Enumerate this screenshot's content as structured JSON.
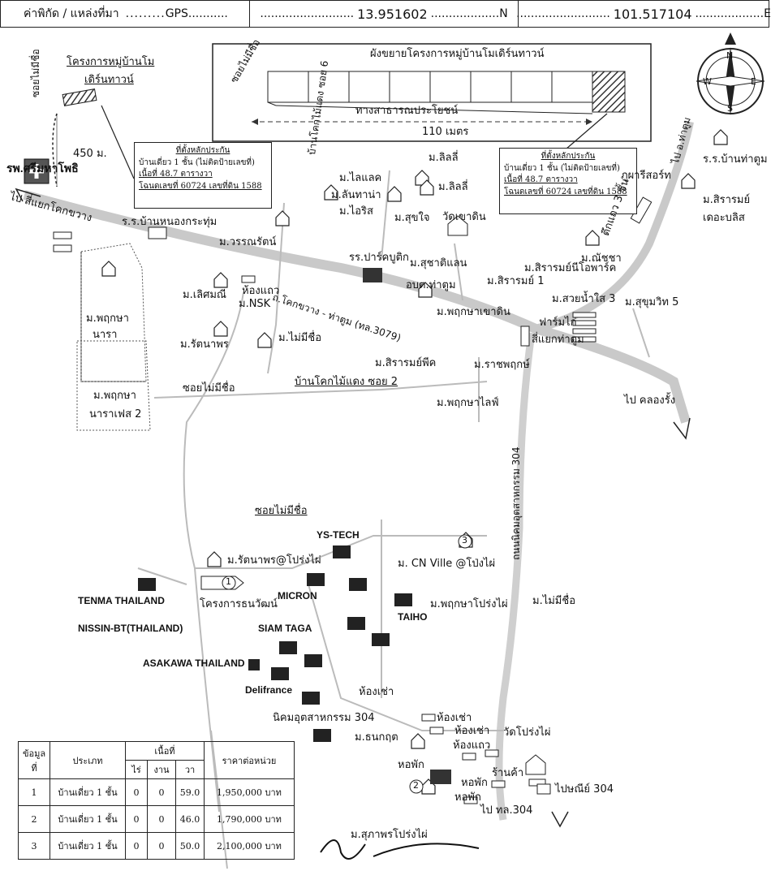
{
  "header": {
    "coord_label": "ค่าพิกัด / แหล่งที่มา",
    "source": "GPS",
    "lat": "13.951602",
    "lat_dir": "N",
    "lon": "101.517104",
    "lon_dir": "E"
  },
  "inset": {
    "title": "ผังขยายโครงการหมู่บ้านโมเดิร์นทาวน์",
    "soi": "ซอยไม่มีชื่อ",
    "road": "ทางสาธารณประโยชน์",
    "distance": "110 เมตร"
  },
  "collateral_box": {
    "title": "ที่ตั้งหลักประกัน",
    "line1": "บ้านเดี่ยว 1 ชั้น (ไม่ติดป้ายเลขที่)",
    "line2": "เนื้อที่ 48.7 ตารางวา",
    "line3": "โฉนดเลขที่ 60724 เลขที่ดิน 1588"
  },
  "compass": {
    "n": "N",
    "e": "E",
    "s": "S",
    "w": "W"
  },
  "labels": {
    "project_name_1": "โครงการหมู่บ้านโม",
    "project_name_2": "เดิร์นทาวน์",
    "soi_left": "ซอยไม่มีชื่อ",
    "dist_450": "450 ม.",
    "hospital": "รพ.ศรีมหาโพธิ",
    "to_khok_khwang": "ไป สี่แยกโคกขวาง",
    "school_nong_krathum": "ร.ร.บ้านหนองกระทุ่ม",
    "m_wannarat": "ม.วรรณรัตน์",
    "soi6": "บ้านโคกไม้แดง ซอย 6",
    "m_lalaek": "ม.ไลแลค",
    "m_lanthom": "ม.ลันทาน่า",
    "m_iris": "ม.ไอริส",
    "m_lily1": "ม.ลิลลี่",
    "m_lily2": "ม.ลิลลี่",
    "m_sukjai": "ม.สุขใจ",
    "wat_khao_din": "วัดเขาดิน",
    "park_buti": "รร.ปาร์คบูติก",
    "m_suchada": "ม.สุชาติแลน",
    "obt": "อบต.ท่าตูม",
    "m_sirarom1": "ม.สิรารมย์ 1",
    "m_natcha": "ม.ณัชชา",
    "m_sirarom_park": "ม.สิรารมย์นีโอพาร์ค",
    "m_suay_namsai": "ม.สวยน้ำใส 3",
    "m_sukhumvit5": "ม.สุขุมวิท 5",
    "shophouse3": "ตึกแถว 3 ชั้น",
    "phufa_resort": "ภูผารีสอร์ท",
    "school_tha_tum": "ร.ร.บ้านท่าตูม",
    "m_sirarom_rep": "ม.สิรารมย์",
    "m_sirarom_rep2": "เดอะบลิส",
    "to_tha_tum_town": "ไป อ.ท่าตูม",
    "road_3079": "ถ.โคกขวาง - ท่าตูม (ทล.3079)",
    "m_loetsamni": "ม.เลิศมณี",
    "shophouse_a": "ห้องแถว",
    "m_nsk": "ม.NSK",
    "m_phruksa_nara1": "ม.พฤกษา",
    "m_phruksa_nara2": "นารา",
    "m_rattanaporn": "ม.รัตนาพร",
    "m_no_name1": "ม.ไม่มีชื่อ",
    "m_phruksa_khaodin": "ม.พฤกษาเขาดิน",
    "farm_kai": "ฟาร์มไก่",
    "sieng_tha_tum": "สี่แยกท่าตูม",
    "m_sirarom_pik": "ม.สิรารมย์พีค",
    "m_ratch_phruksa": "ม.ราชพฤกษ์",
    "m_phruksa_life": "ม.พฤกษาไลฟ์",
    "khok_mai_daeng2": "บ้านโคกไม้แดง ซอย 2",
    "soi_no_name_mid": "ซอยไม่มีชื่อ",
    "m_phruksa_nara_phase1": "ม.พฤกษา",
    "m_phruksa_nara_phase2": "นาราเฟส 2",
    "to_khlong_rung": "ไป คลองรั้ง",
    "road_304": "ถนนนิคมอุตสาหกรรม 304",
    "soi_no_name_low": "ซอยไม่มีชื่อ",
    "ys_tech": "YS-TECH",
    "m_rattanaporn_prongphai": "ม.รัตนาพร@โปร่งไผ่",
    "m_cn_ville": "ม. CN Ville @โป่งไผ่",
    "tenma": "TENMA THAILAND",
    "micron": "MICRON",
    "project_thanawat": "โครงการธนวัฒน์",
    "m_phruksa_prongphai": "ม.พฤกษาโปร่งไผ่",
    "m_no_name2": "ม.ไม่มีชื่อ",
    "taiho": "TAIHO",
    "nissin": "NISSIN-BT(THAILAND)",
    "siam_taga": "SIAM TAGA",
    "asakawa": "ASAKAWA  THAILAND",
    "delifrance": "Delifrance",
    "room_rent1": "ห้องเช่า",
    "industrial_304": "นิคมอุตสาหกรรม 304",
    "room_rent2": "ห้องเช่า",
    "room_rent3": "ห้องเช่า",
    "m_thanakrit": "ม.ธนกฤต",
    "shophouse_b": "ห้องแถว",
    "wat_prongphai": "วัดโปร่งไผ่",
    "dorm1": "หอพัก",
    "shop": "ร้านค้า",
    "dorm2": "หอพัก",
    "dorm3": "หอพัก",
    "post_304": "ไปษณีย์ 304",
    "to_304": "ไป ทล.304",
    "m_suphaporn": "ม.สุภาพรโปร่งไผ่",
    "marker1": "1",
    "marker2": "2",
    "marker3": "3"
  },
  "table": {
    "headers": [
      "ข้อมูลที่",
      "ประเภท",
      "เนื้อที่",
      "ราคาต่อหน่วย"
    ],
    "area_sub": [
      "ไร่",
      "งาน",
      "วา"
    ],
    "rows": [
      [
        "1",
        "บ้านเดี่ยว 1 ชั้น",
        "0",
        "0",
        "59.0",
        "1,950,000 บาท"
      ],
      [
        "2",
        "บ้านเดี่ยว 1 ชั้น",
        "0",
        "0",
        "46.0",
        "1,790,000 บาท"
      ],
      [
        "3",
        "บ้านเดี่ยว 1 ชั้น",
        "0",
        "0",
        "50.0",
        "2,100,000 บาท"
      ]
    ]
  }
}
